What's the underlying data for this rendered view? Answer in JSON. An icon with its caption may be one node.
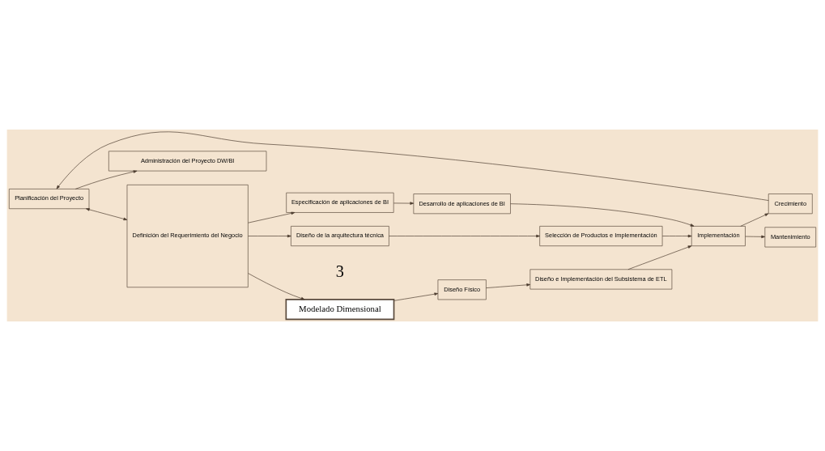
{
  "diagram": {
    "nodes": [
      {
        "text": [
          "Diseño de la arquitectura técnica"
        ]
      },
      {
        "text": [
          "Selección de Productos e Implementación"
        ]
      },
      {
        "text": [
          "Crecimiento"
        ]
      },
      {
        "text": [
          "Planificación del Proyecto"
        ]
      },
      {
        "text": [
          "Definición del Requerimiento del Negocio"
        ]
      },
      {
        "text": [
          "Modelado Dimensional"
        ]
      },
      {
        "text": [
          "Diseño Físico"
        ]
      },
      {
        "text": [
          "Diseño e Implementación del Subsistema de ETL"
        ]
      },
      {
        "text": [
          "Implementación"
        ]
      },
      {
        "text": [
          "Especificación de aplicaciones de BI"
        ]
      },
      {
        "text": [
          "Desarrollo de aplicaciones de BI"
        ]
      },
      {
        "text": [
          "Mantenimiento"
        ]
      },
      {
        "text": [
          "Administración del Proyecto DW/BI"
        ]
      }
    ],
    "edges": [
      {
        "from": 2,
        "to": 3,
        "arrow": "to"
      },
      {
        "from": 3,
        "to": 4,
        "arrow": "both"
      },
      {
        "from": 4,
        "to": 0,
        "arrow": "to"
      },
      {
        "from": 0,
        "to": 1,
        "arrow": "to"
      },
      {
        "from": 4,
        "to": 5,
        "arrow": "to"
      },
      {
        "from": 5,
        "to": 6,
        "arrow": "to"
      },
      {
        "from": 6,
        "to": 7,
        "arrow": "to"
      },
      {
        "from": 4,
        "to": 9,
        "arrow": "to"
      },
      {
        "from": 9,
        "to": 10,
        "arrow": "to"
      },
      {
        "from": 1,
        "to": 8,
        "arrow": "to"
      },
      {
        "from": 7,
        "to": 8,
        "arrow": "to"
      },
      {
        "from": 10,
        "to": 8,
        "arrow": "to"
      },
      {
        "from": 8,
        "to": 2,
        "arrow": "to"
      },
      {
        "from": 8,
        "to": 11,
        "arrow": "to"
      },
      {
        "from": 3,
        "to": 12,
        "arrow": "to"
      }
    ],
    "labels": [
      "3"
    ]
  }
}
